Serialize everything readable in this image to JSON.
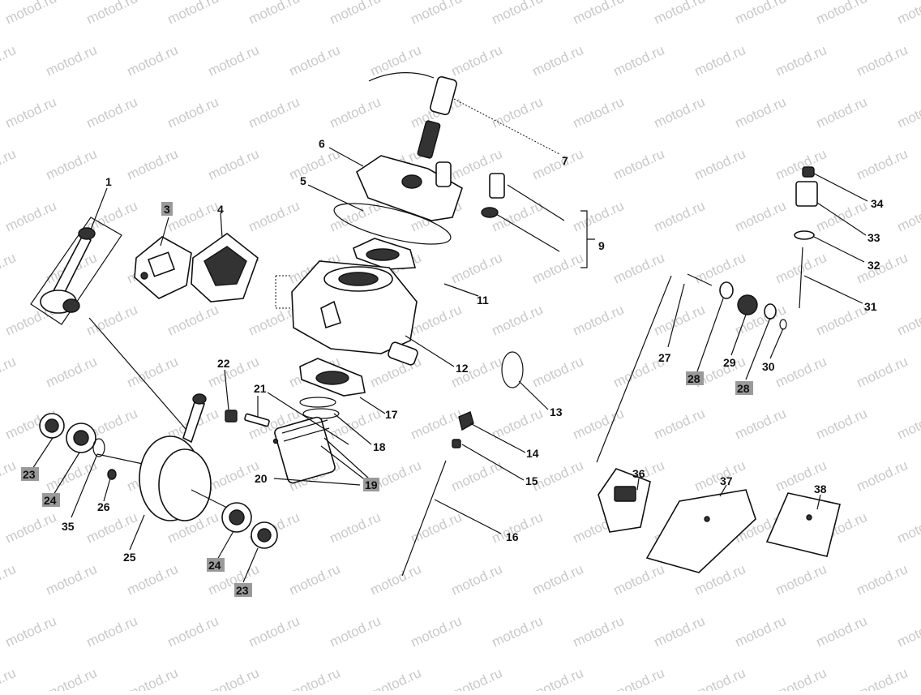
{
  "watermark": "motod.ru",
  "callouts": [
    {
      "id": "c1",
      "text": "1"
    },
    {
      "id": "c3",
      "text": "3",
      "highlight": true
    },
    {
      "id": "c4",
      "text": "4"
    },
    {
      "id": "c5",
      "text": "5"
    },
    {
      "id": "c6",
      "text": "6"
    },
    {
      "id": "c7",
      "text": "7"
    },
    {
      "id": "c9",
      "text": "9"
    },
    {
      "id": "c11",
      "text": "11"
    },
    {
      "id": "c12",
      "text": "12"
    },
    {
      "id": "c13",
      "text": "13"
    },
    {
      "id": "c14",
      "text": "14"
    },
    {
      "id": "c15",
      "text": "15"
    },
    {
      "id": "c16",
      "text": "16"
    },
    {
      "id": "c17",
      "text": "17"
    },
    {
      "id": "c18",
      "text": "18"
    },
    {
      "id": "c19",
      "text": "19",
      "highlight": true
    },
    {
      "id": "c20",
      "text": "20"
    },
    {
      "id": "c21",
      "text": "21"
    },
    {
      "id": "c22",
      "text": "22"
    },
    {
      "id": "c23a",
      "text": "23",
      "highlight": true
    },
    {
      "id": "c23b",
      "text": "23",
      "highlight": true
    },
    {
      "id": "c24a",
      "text": "24",
      "highlight": true
    },
    {
      "id": "c24b",
      "text": "24",
      "highlight": true
    },
    {
      "id": "c25",
      "text": "25"
    },
    {
      "id": "c26",
      "text": "26"
    },
    {
      "id": "c27",
      "text": "27"
    },
    {
      "id": "c28a",
      "text": "28",
      "highlight": true
    },
    {
      "id": "c28b",
      "text": "28",
      "highlight": true
    },
    {
      "id": "c29",
      "text": "29"
    },
    {
      "id": "c30",
      "text": "30"
    },
    {
      "id": "c31",
      "text": "31"
    },
    {
      "id": "c32",
      "text": "32"
    },
    {
      "id": "c33",
      "text": "33"
    },
    {
      "id": "c34",
      "text": "34"
    },
    {
      "id": "c35",
      "text": "35"
    },
    {
      "id": "c36",
      "text": "36"
    },
    {
      "id": "c37",
      "text": "37"
    },
    {
      "id": "c38",
      "text": "38"
    }
  ]
}
